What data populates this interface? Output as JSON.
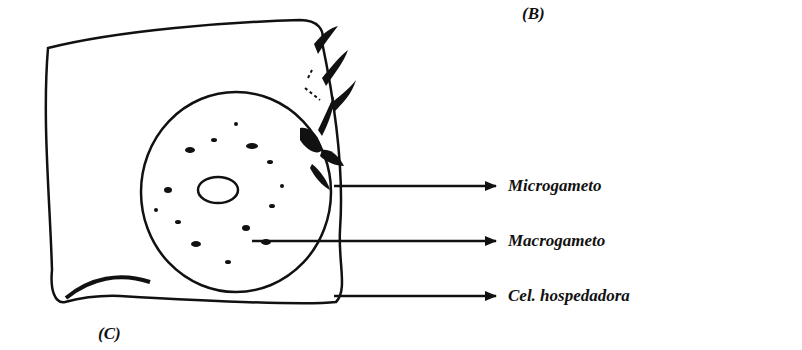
{
  "diagram": {
    "labels": [
      "(B)",
      "Microgameto",
      "Macrogameto",
      "Cel. hospedadora",
      "(C)"
    ]
  }
}
